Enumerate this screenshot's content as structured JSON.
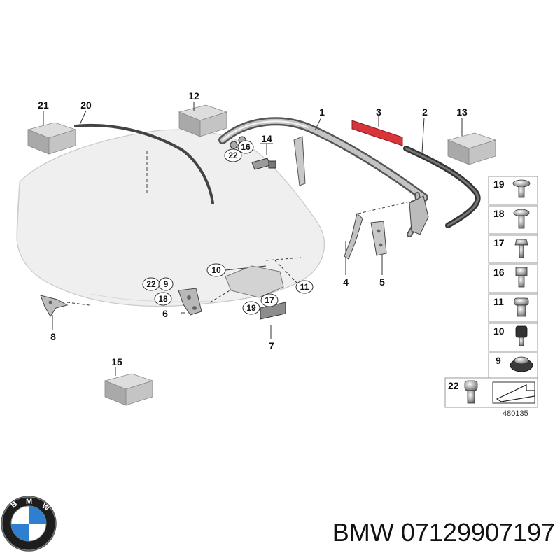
{
  "callouts": {
    "c1": "1",
    "c2": "2",
    "c3": "3",
    "c4": "4",
    "c5": "5",
    "c6": "6",
    "c7": "7",
    "c8": "8",
    "c9": "9",
    "c10": "10",
    "c11": "11",
    "c12": "12",
    "c13": "13",
    "c14": "14",
    "c15": "15",
    "c16": "16",
    "c17": "17",
    "c18": "18",
    "c19": "19",
    "c20": "20",
    "c21": "21",
    "c22": "22"
  },
  "legend": [
    "19",
    "18",
    "17",
    "16",
    "11",
    "10",
    "9"
  ],
  "legend_extra": "22",
  "diagram_ref": "480135",
  "brand": {
    "name": "BMW",
    "part_number": "07129907197"
  },
  "colors": {
    "seal_red": "#d8343a",
    "roof": "#eeeeee",
    "line": "#222222",
    "box": "#b5b5b5",
    "bmw_blue": "#2f7fd0"
  }
}
